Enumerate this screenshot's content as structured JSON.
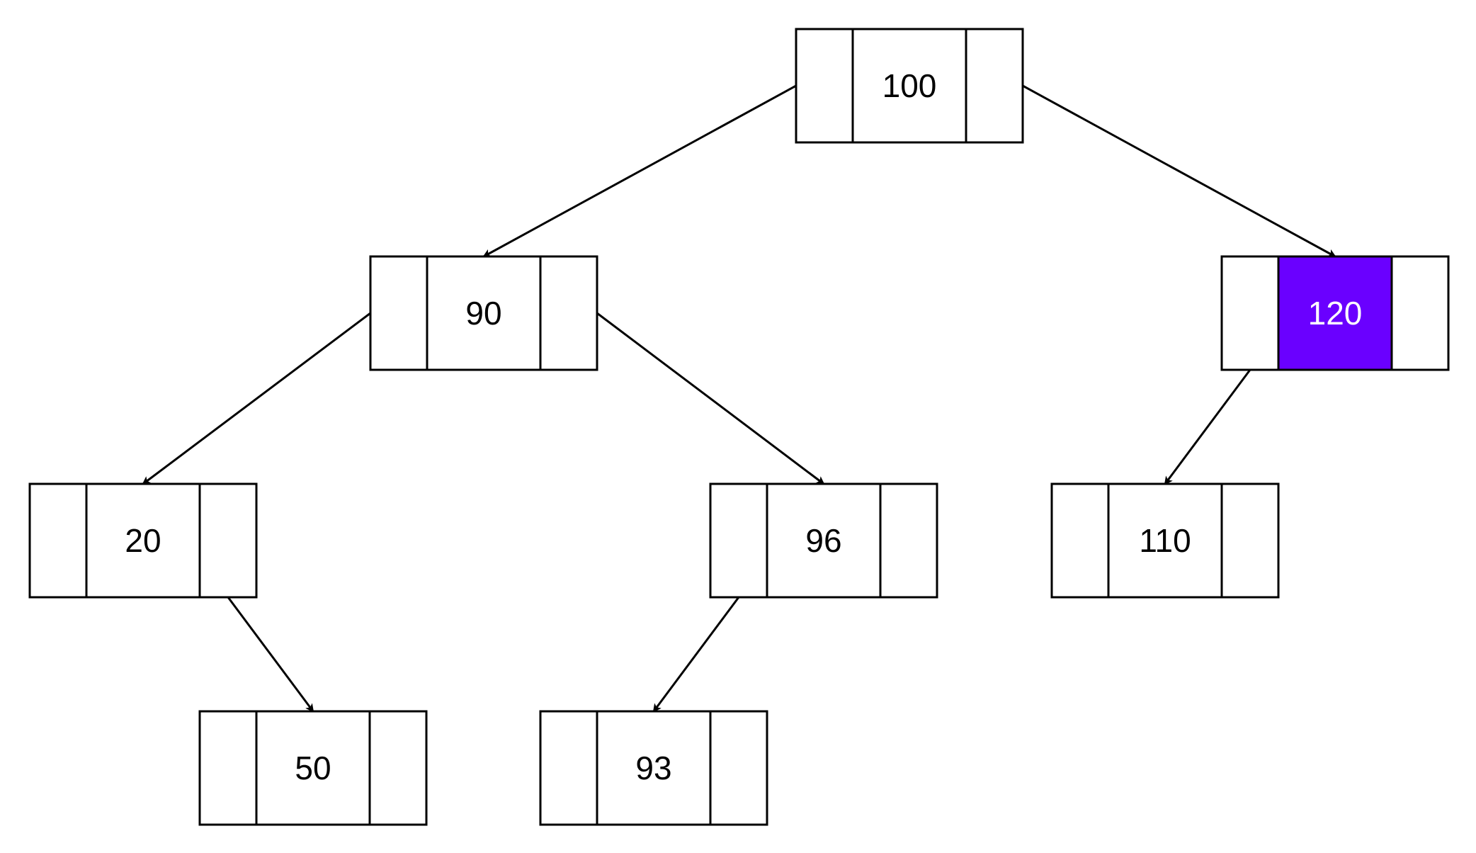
{
  "diagram": {
    "type": "binary-search-tree",
    "colors": {
      "stroke": "#000000",
      "node_fill": "#ffffff",
      "highlight_fill": "#6a00ff",
      "highlight_text": "#ffffff",
      "text": "#000000"
    },
    "nodes": [
      {
        "id": "n100",
        "value": "100",
        "highlighted": false
      },
      {
        "id": "n90",
        "value": "90",
        "highlighted": false
      },
      {
        "id": "n120",
        "value": "120",
        "highlighted": true
      },
      {
        "id": "n20",
        "value": "20",
        "highlighted": false
      },
      {
        "id": "n96",
        "value": "96",
        "highlighted": false
      },
      {
        "id": "n110",
        "value": "110",
        "highlighted": false
      },
      {
        "id": "n50",
        "value": "50",
        "highlighted": false
      },
      {
        "id": "n93",
        "value": "93",
        "highlighted": false
      }
    ],
    "edges": [
      {
        "from": "n100",
        "to": "n90",
        "side": "left"
      },
      {
        "from": "n100",
        "to": "n120",
        "side": "right"
      },
      {
        "from": "n90",
        "to": "n20",
        "side": "left"
      },
      {
        "from": "n90",
        "to": "n96",
        "side": "right"
      },
      {
        "from": "n120",
        "to": "n110",
        "side": "left"
      },
      {
        "from": "n20",
        "to": "n50",
        "side": "right"
      },
      {
        "from": "n96",
        "to": "n93",
        "side": "left"
      }
    ]
  }
}
